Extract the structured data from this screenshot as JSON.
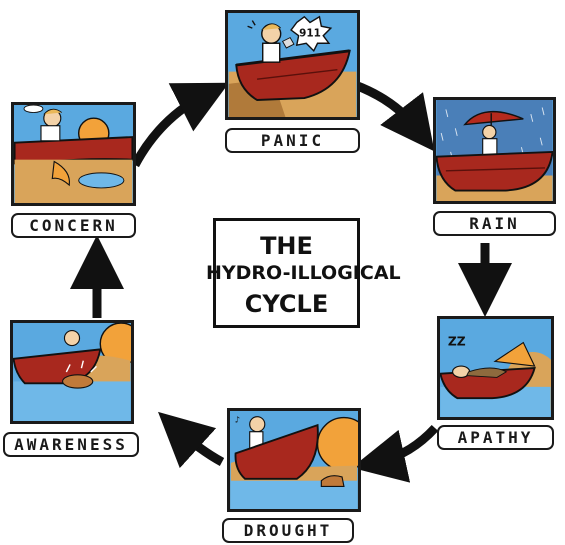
{
  "title": {
    "line1": "THE",
    "line2": "HYDRO-ILLOGICAL",
    "line3": "CYCLE"
  },
  "stages": {
    "panic": {
      "label": "PANIC",
      "phone_text": "911"
    },
    "rain": {
      "label": "RAIN"
    },
    "apathy": {
      "label": "APATHY",
      "sleep_text": "ZZ"
    },
    "drought": {
      "label": "DROUGHT"
    },
    "awareness": {
      "label": "AWARENESS"
    },
    "concern": {
      "label": "CONCERN"
    }
  },
  "colors": {
    "outline": "#1a1a1a",
    "sky": "#5aa9e0",
    "boat": "#a8281e",
    "land": "#d9a45a",
    "sun": "#f2a23a",
    "water": "#6fb8e8"
  }
}
